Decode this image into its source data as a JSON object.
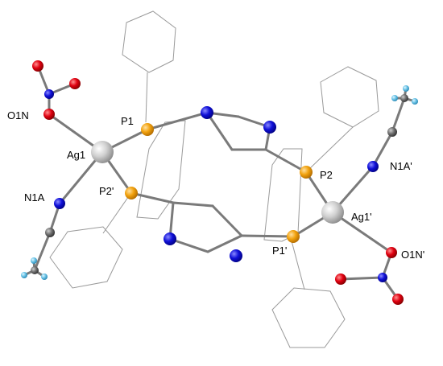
{
  "labels": {
    "o1n": "O1N",
    "p1": "P1",
    "ag1": "Ag1",
    "p2p": "P2'",
    "n1a": "N1A",
    "p2": "P2",
    "n1ap": "N1A'",
    "ag1p": "Ag1'",
    "p1p": "P1'",
    "o1np": "O1N'"
  },
  "colors": {
    "silver": "#c9c9c9",
    "phosphorus": "#f2a20e",
    "nitrogen": "#1010d8",
    "oxygen": "#e00010",
    "carbon": "#707070",
    "hydrogen": "#69c3e6",
    "framework_bond": "#7a7a7a",
    "wire": "#9a9a9a"
  }
}
